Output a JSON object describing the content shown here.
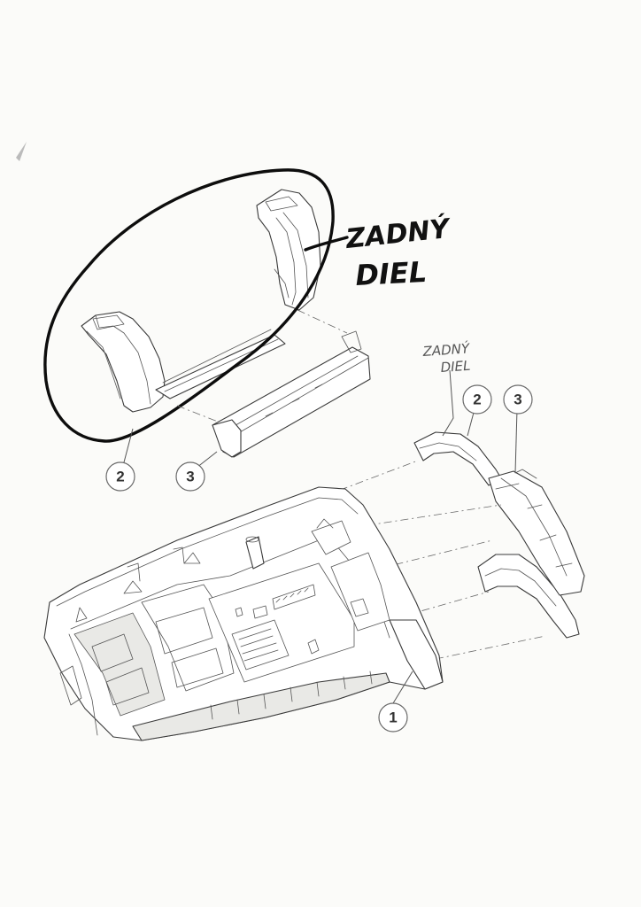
{
  "annotation_main": {
    "line1": "ZADNÝ",
    "line2": "DIEL"
  },
  "annotation_small": {
    "line1": "ZADNÝ",
    "line2": "DIEL"
  },
  "callouts": [
    {
      "id": "top-2",
      "label": "2"
    },
    {
      "id": "top-3",
      "label": "3"
    },
    {
      "id": "right-2",
      "label": "2"
    },
    {
      "id": "right-3",
      "label": "3"
    },
    {
      "id": "bottom-1",
      "label": "1"
    }
  ],
  "colors": {
    "ink": "#3a3a3a",
    "marker": "#0d0d0d",
    "paper": "#fbfbf9"
  }
}
